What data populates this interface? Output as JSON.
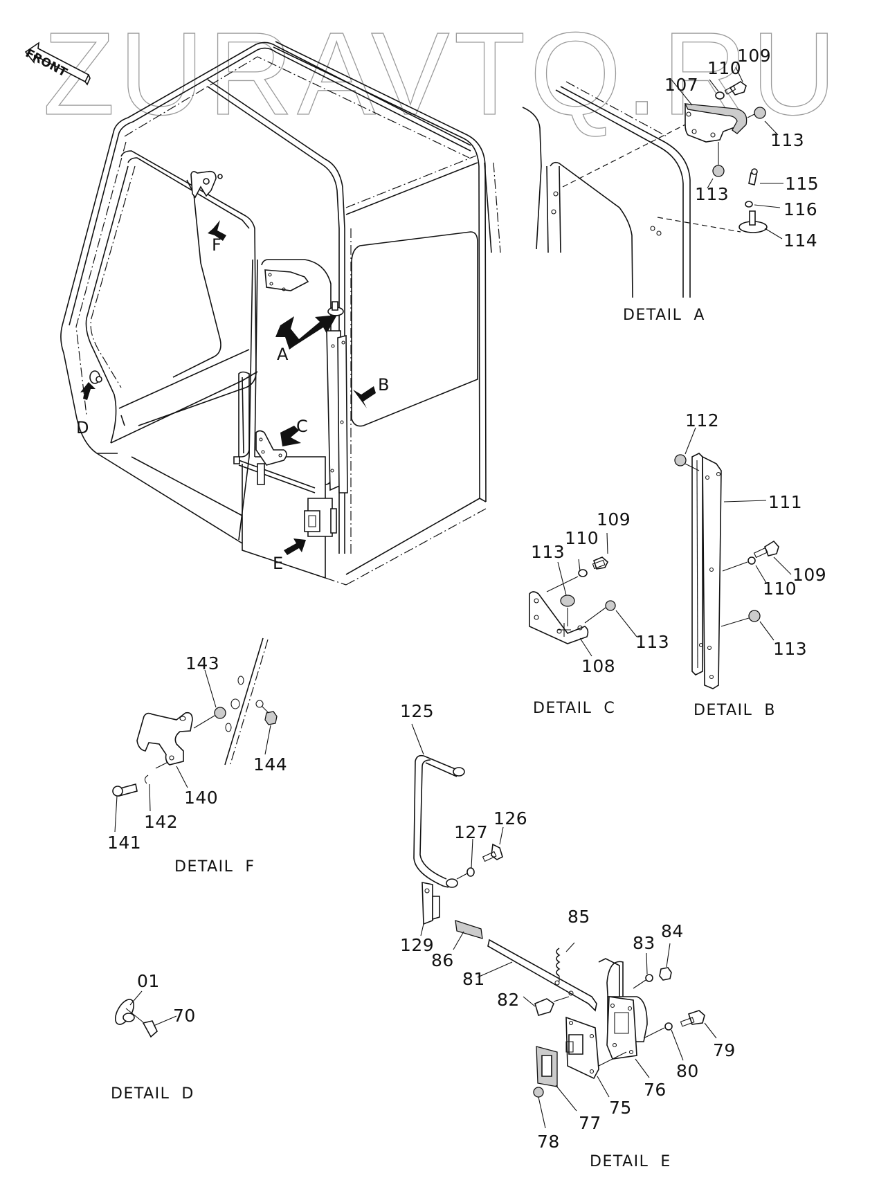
{
  "watermark": "ZURAVTQ.RU",
  "front_indicator": {
    "label": "FRONT",
    "icon": "left-arrow-icon"
  },
  "main_view": {
    "callouts": [
      {
        "id": "A",
        "label": "A"
      },
      {
        "id": "B",
        "label": "B"
      },
      {
        "id": "C",
        "label": "C"
      },
      {
        "id": "D",
        "label": "D"
      },
      {
        "id": "E",
        "label": "E"
      },
      {
        "id": "F",
        "label": "F"
      }
    ]
  },
  "details": {
    "A": {
      "title": "DETAIL  A",
      "parts": [
        "109",
        "110",
        "107",
        "113",
        "113",
        "115",
        "116",
        "114"
      ]
    },
    "B": {
      "title": "DETAIL  B",
      "parts": [
        "112",
        "111",
        "109",
        "110",
        "113"
      ]
    },
    "C": {
      "title": "DETAIL  C",
      "parts": [
        "109",
        "110",
        "113",
        "113",
        "108"
      ]
    },
    "D": {
      "title": "DETAIL  D",
      "parts": [
        "01",
        "70"
      ]
    },
    "E": {
      "title": "DETAIL  E",
      "parts": [
        "125",
        "126",
        "127",
        "129",
        "85",
        "86",
        "81",
        "82",
        "83",
        "84",
        "79",
        "80",
        "76",
        "75",
        "77",
        "78"
      ]
    },
    "F": {
      "title": "DETAIL  F",
      "parts": [
        "143",
        "144",
        "140",
        "142",
        "141"
      ]
    }
  }
}
